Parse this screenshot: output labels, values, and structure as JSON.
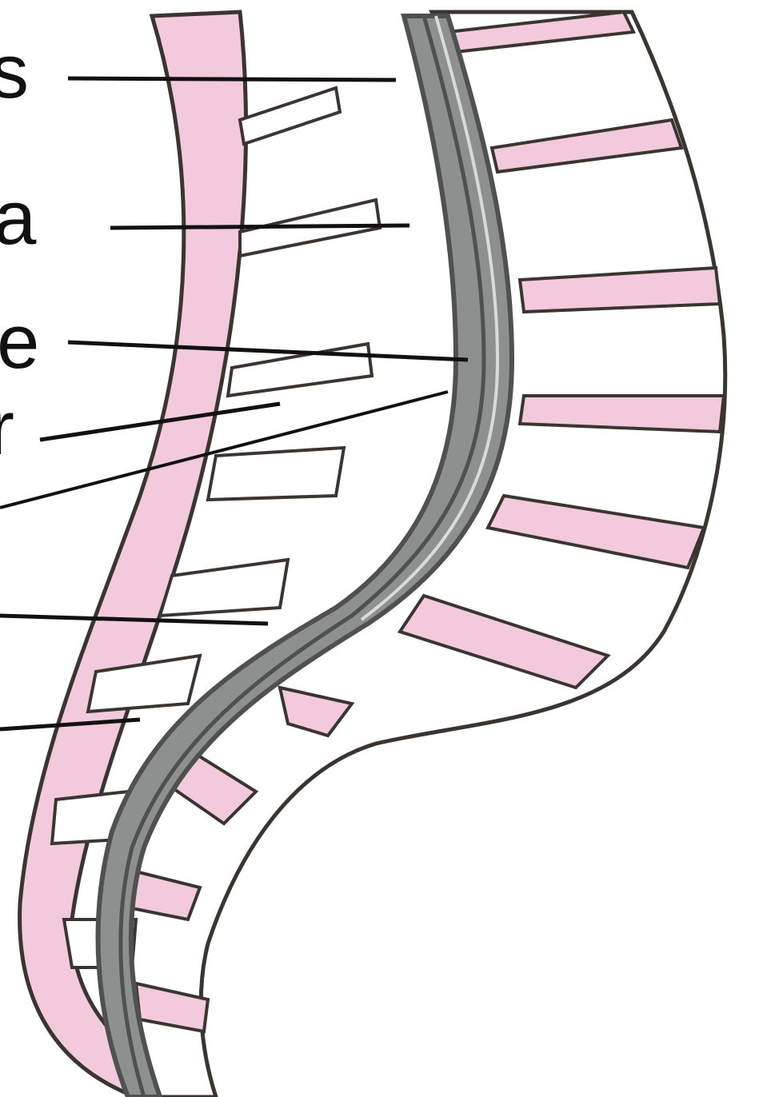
{
  "figure": {
    "labels": [
      {
        "id": "lbl-0",
        "text": "s"
      },
      {
        "id": "lbl-1",
        "text": "a"
      },
      {
        "id": "lbl-2",
        "text": "e"
      },
      {
        "id": "lbl-3",
        "text": "r"
      }
    ],
    "colors": {
      "background": "#ffffff",
      "bone_fill": "#f3c9de",
      "bone_outline": "#3a3530",
      "cord_fill": "#8e9090",
      "cord_dark": "#4e514f",
      "leader_line": "#111111",
      "disc_fill": "#ffffff"
    }
  }
}
